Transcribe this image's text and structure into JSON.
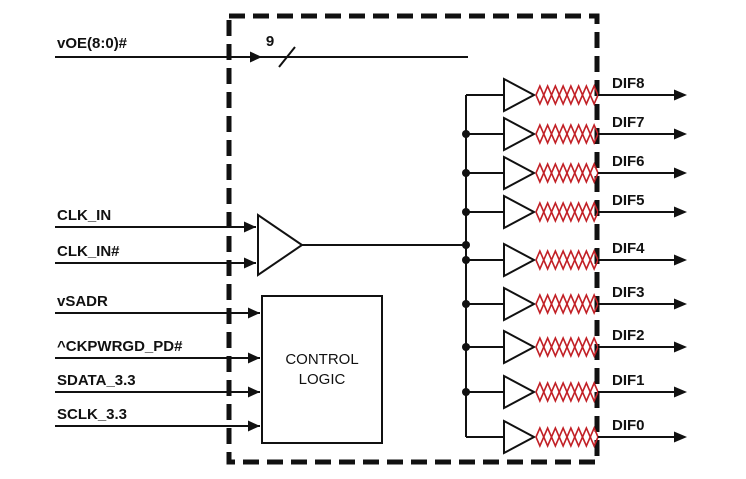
{
  "signals": {
    "voe": {
      "label": "vOE(8:0)#",
      "bus_width": "9"
    },
    "clk_in": "CLK_IN",
    "clk_in_n": "CLK_IN#",
    "vsadr": "vSADR",
    "ckpwrgd_pd": "^CKPWRGD_PD#",
    "sdata": "SDATA_3.3",
    "sclk": "SCLK_3.3"
  },
  "control_logic": {
    "line1": "CONTROL",
    "line2": "LOGIC"
  },
  "outputs": [
    "DIF8",
    "DIF7",
    "DIF6",
    "DIF5",
    "DIF4",
    "DIF3",
    "DIF2",
    "DIF1",
    "DIF0"
  ],
  "colors": {
    "wire": "#111111",
    "resistor": "#c22026",
    "text": "#111111",
    "background": "#ffffff"
  }
}
